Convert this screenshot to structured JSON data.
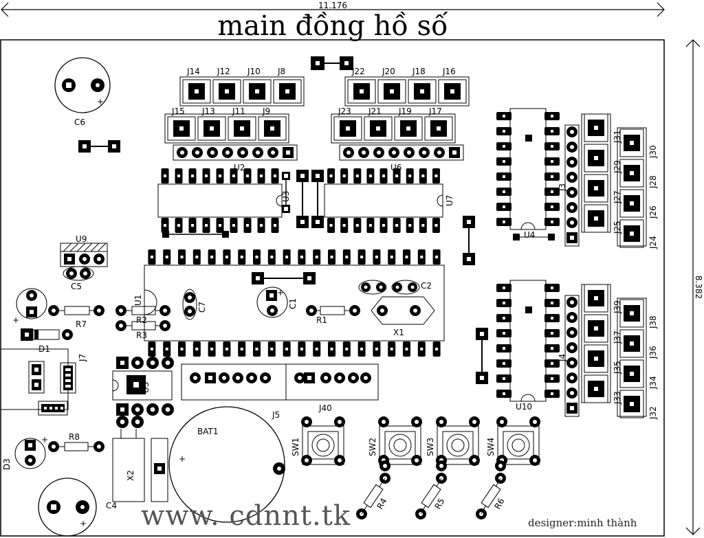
{
  "title": "main đồng hồ số",
  "website": "www. cdnnt.tk",
  "designer": "designer:minh thành",
  "dimensions": {
    "width": "11.176",
    "height": "8.382"
  },
  "labels": {
    "C6": "C6",
    "C5": "C5",
    "C7": "C7",
    "C1": "C1",
    "C2": "C2",
    "C4": "C4",
    "U9": "U9",
    "U2": "U2",
    "U6": "U6",
    "U3": "U3",
    "U7": "U7",
    "U1": "U1",
    "U4": "U4",
    "U10": "U10",
    "U5": "U5",
    "J14": "J14",
    "J12": "J12",
    "J10": "J10",
    "J8": "J8",
    "J15": "J15",
    "J13": "J13",
    "J11": "J11",
    "J9": "J9",
    "J22": "J22",
    "J20": "J20",
    "J18": "J18",
    "J16": "J16",
    "J23": "J23",
    "J21": "J21",
    "J19": "J19",
    "J17": "J17",
    "J31": "J31",
    "J30": "J30",
    "J29": "J29",
    "J28": "J28",
    "J27": "J27",
    "J26": "J26",
    "J25": "J25",
    "J24": "J24",
    "J39": "J39",
    "J38": "J38",
    "J37": "J37",
    "J36": "J36",
    "J35": "J35",
    "J34": "J34",
    "J33": "J33",
    "J32": "J32",
    "J3": "J3",
    "J4": "J4",
    "J5": "J5",
    "J7": "J7",
    "J40": "J40",
    "R1": "R1",
    "R2": "R2",
    "R3": "R3",
    "R4": "R4",
    "R5": "R5",
    "R6": "R6",
    "R7": "R7",
    "R8": "R8",
    "D1": "D1",
    "D3": "D3",
    "X1": "X1",
    "X2": "X2",
    "BAT1": "BAT1",
    "SW1": "SW1",
    "SW2": "SW2",
    "SW3": "SW3",
    "SW4": "SW4",
    "plus": "+"
  }
}
